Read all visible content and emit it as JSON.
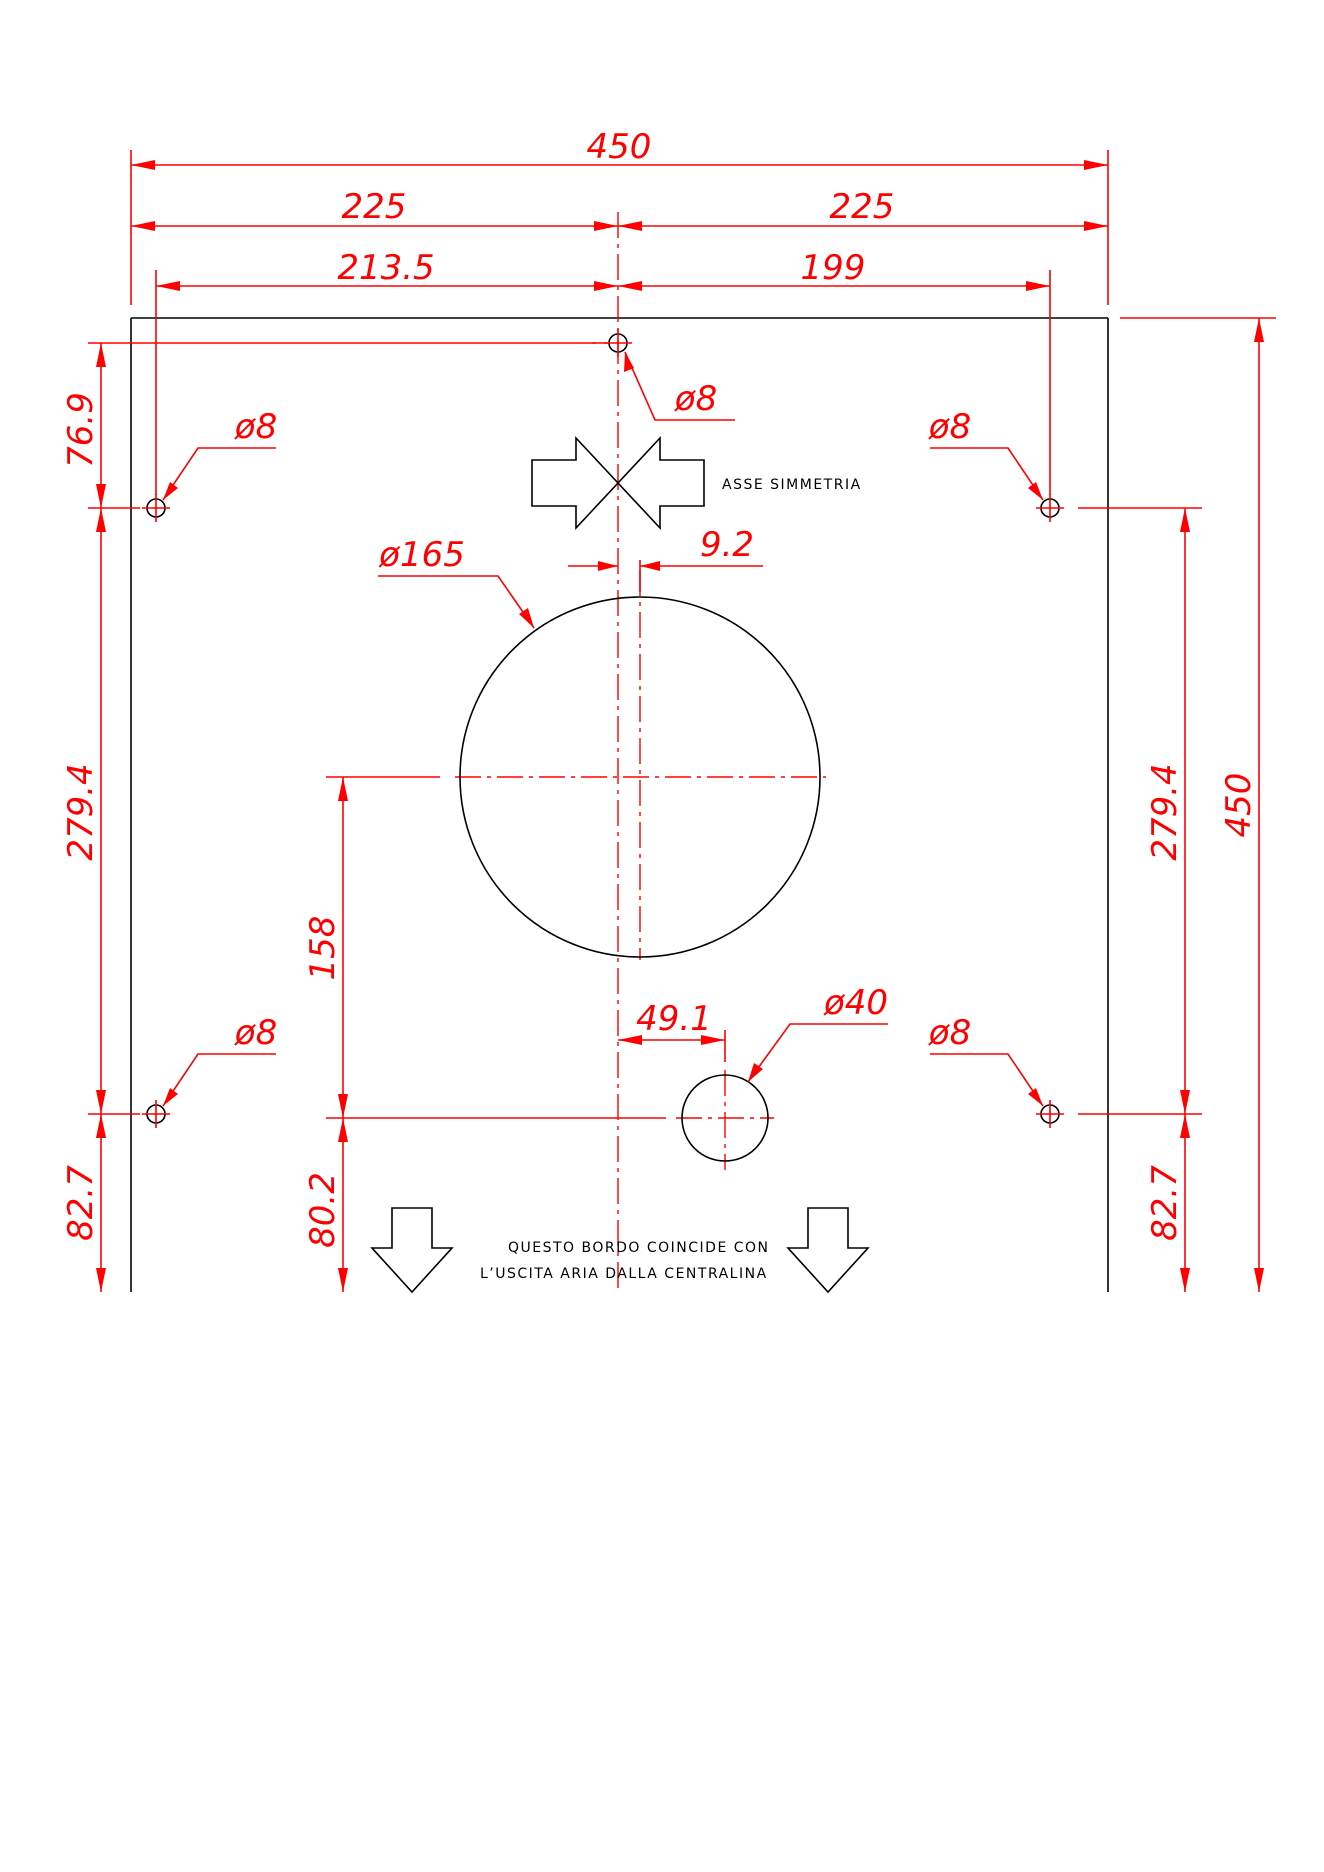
{
  "colors": {
    "dimension": "#ff0000",
    "outline": "#000000",
    "background": "#ffffff"
  },
  "dimensions": {
    "overall_width": "450",
    "half_left": "225",
    "half_right": "225",
    "hole_left_offset": "213.5",
    "hole_right_offset": "199",
    "top_hole_dia": "ø8",
    "upper_left_hole_dia": "ø8",
    "upper_right_hole_dia": "ø8",
    "lower_left_hole_dia": "ø8",
    "lower_right_hole_dia": "ø8",
    "big_hole_dia": "ø165",
    "big_hole_offset": "9.2",
    "small_hole_dia": "ø40",
    "small_hole_offset": "49.1",
    "left_top": "76.9",
    "left_mid": "279.4",
    "left_bottom": "82.7",
    "inner_158": "158",
    "inner_80": "80.2",
    "right_mid": "279.4",
    "right_bottom": "82.7",
    "overall_height": "450"
  },
  "notes": {
    "symmetry_axis": "ASSE SIMMETRIA",
    "edge_note_line1": "QUESTO BORDO COINCIDE CON",
    "edge_note_line2": "L’USCITA ARIA DALLA CENTRALINA"
  }
}
